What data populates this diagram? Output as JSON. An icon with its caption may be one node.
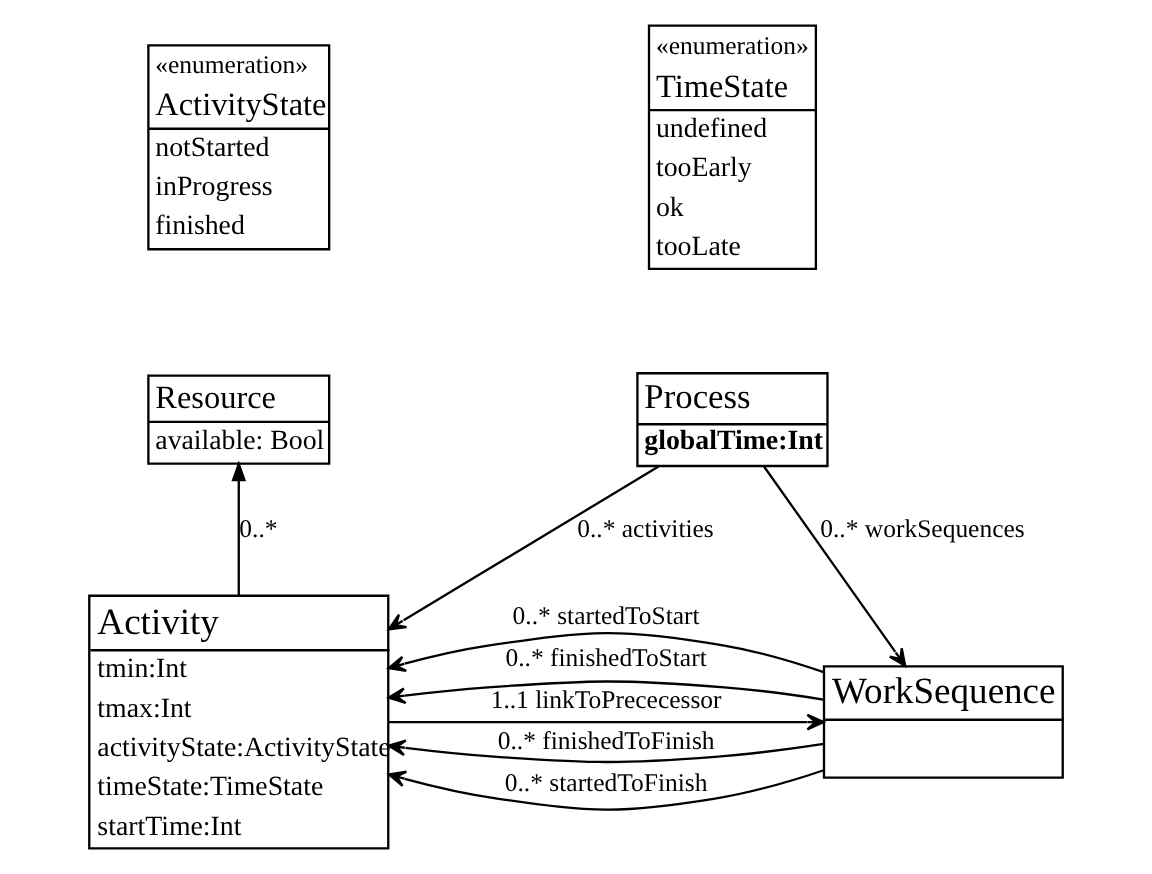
{
  "diagram": {
    "nodes": [
      {
        "text": [
          "«enumeration»",
          "ActivityState",
          "notStarted",
          "inProgress",
          "finished"
        ]
      },
      {
        "text": [
          "«enumeration»",
          "TimeState",
          "undefined",
          "tooEarly",
          "ok",
          "tooLate"
        ]
      },
      {
        "text": [
          "Resource",
          "available: Bool"
        ]
      },
      {
        "text": [
          "Process",
          "globalTime:Int"
        ]
      },
      {
        "text": [
          "Activity",
          "tmin:Int",
          "tmax:Int",
          "activityState:ActivityState",
          "timeState:TimeState",
          "startTime:Int"
        ]
      },
      {
        "text": [
          "WorkSequence"
        ]
      }
    ],
    "edges": [
      {
        "from": 4,
        "to": 2,
        "arrow": "to",
        "label": "0..*"
      },
      {
        "from": 3,
        "to": 4,
        "arrow": "to",
        "label": "0..* activities"
      },
      {
        "from": 3,
        "to": 5,
        "arrow": "to",
        "label": "0..* workSequences"
      },
      {
        "from": 4,
        "to": 5,
        "arrow": "to",
        "label": "1..1 linkToPrececessor"
      },
      {
        "from": 5,
        "to": 4,
        "arrow": "to",
        "label": "0..* startedToStart"
      },
      {
        "from": 5,
        "to": 4,
        "arrow": "to",
        "label": "0..* finishedToStart"
      },
      {
        "from": 5,
        "to": 4,
        "arrow": "to",
        "label": "0..* startedToFinish"
      },
      {
        "from": 5,
        "to": 4,
        "arrow": "to",
        "label": "0..* finishedToFinish"
      }
    ]
  }
}
